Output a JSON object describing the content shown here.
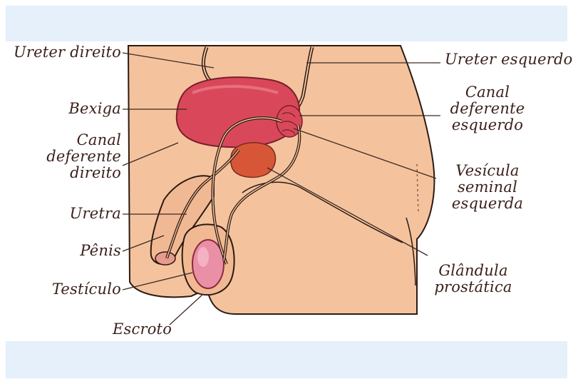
{
  "colors": {
    "band": "#e6f0fb",
    "skin": "#f4c39e",
    "skin_outline": "#2b1a12",
    "organ": "#d9485a",
    "organ_dark": "#a8303f",
    "leader": "#3a2a24",
    "text": "#3a1f1a"
  },
  "labels": {
    "ureter_direito": "Ureter direito",
    "bexiga": "Bexiga",
    "canal_deferente_direito": [
      "Canal",
      "deferente",
      "direito"
    ],
    "uretra": "Uretra",
    "penis": "Pênis",
    "testiculo": "Testículo",
    "escroto": "Escroto",
    "ureter_esquerdo": "Ureter esquerdo",
    "canal_deferente_esquerdo": [
      "Canal",
      "deferente",
      "esquerdo"
    ],
    "vesicula_seminal_esquerda": [
      "Vesícula",
      "seminal",
      "esquerda"
    ],
    "glandula_prostatica": [
      "Glândula",
      "prostática"
    ]
  }
}
